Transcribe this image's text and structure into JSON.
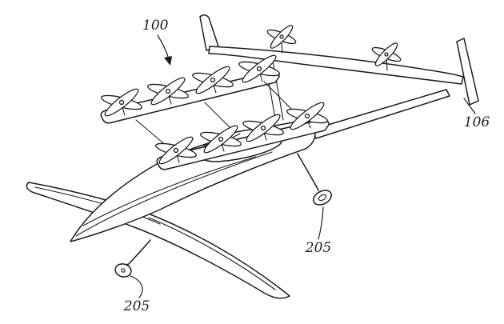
{
  "page": {
    "background_color": "#ffffff",
    "line_color": "#1c1c1c"
  },
  "figure": {
    "kind": "patent-line-drawing",
    "subject": "multi-rotor aerial vehicle with pontoon rotor booms, rear wing with cruise propellers, swept main wing and caster landing wheels",
    "reference_labels": [
      {
        "ref": "100"
      },
      {
        "ref": "106"
      },
      {
        "ref": "205"
      },
      {
        "ref": "205"
      }
    ]
  }
}
